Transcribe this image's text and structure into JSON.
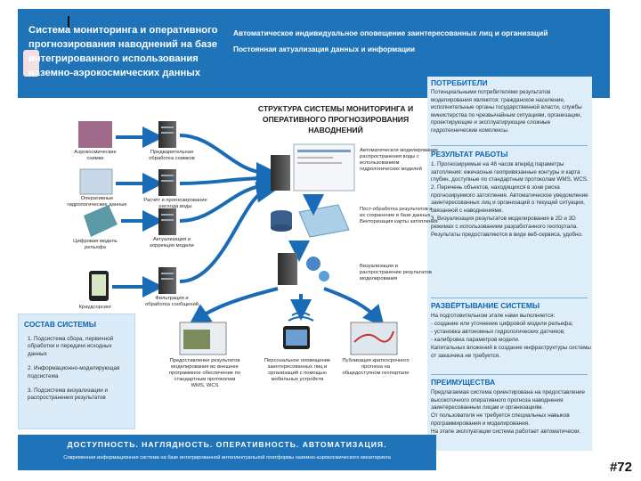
{
  "header": {
    "title": "Система мониторинга и оперативного прогнозирования наводнений на базе интегрированного использования наземно-аэрокосмических данных",
    "line1": "Автоматическое индивидуальное оповещение заинтересованных лиц и организаций",
    "line2": "Постоянная актуализация данных и информации"
  },
  "diagram": {
    "title": "СТРУКТУРА СИСТЕМЫ МОНИТОРИНГА И ОПЕРАТИВНОГО ПРОГНОЗИРОВАНИЯ НАВОДНЕНИЙ",
    "sources": [
      "Аэрокосмические снимки",
      "Оперативные гидрологические данные",
      "Цифровая модель рельефа",
      "Краудсорсинг"
    ],
    "processing": [
      "Предварительная обработка снимков",
      "Расчёт и прогнозирование расхода воды",
      "Актуализация и коррекция модели",
      "Фильтрация и обработка сообщений"
    ],
    "modeling": "Автоматическое моделирование распространения воды с использованием гидрологических моделей",
    "postprocessing": "Пост-обработка результатов и их сохранение в базе данных. Векторизация карты затопления",
    "visualization": "Визуализация и распространение результатов моделирования",
    "outputs": [
      "Предоставление результатов моделирования во внешнее программное обеспечение по стандартным протоколам WMS, WCS",
      "Персональное оповещение заинтересованных лиц и организаций с помощью мобильных устройств",
      "Публикация краткосрочного прогноза на общедоступном геопортале"
    ]
  },
  "composition": {
    "title": "СОСТАВ СИСТЕМЫ",
    "items": [
      "1. Подсистема сбора, первичной обработки и передачи исходных данных",
      "2. Информационно-моделирующая подсистема",
      "3. Подсистема визуализации и распространения результатов"
    ]
  },
  "consumers": {
    "title": "ПОТРЕБИТЕЛИ",
    "text": "Потенциальными потребителями результатов моделирования являются: гражданское население, исполнительные органы государственной власти, службы министерства по чрезвычайным ситуациям, организации, проектирующие и эксплуатирующие сложные гидротехнические комплексы."
  },
  "results": {
    "title": "РЕЗУЛЬТАТ РАБОТЫ",
    "items": [
      "1. Прогнозируемые на 48 часов вперёд параметры затопления: ежечасные геопривязанные контуры и карта глубин, доступные по стандартным протоколам WMS, WCS.",
      "2. Перечень объектов, находящихся в зоне риска прогнозируемого затопления. Автоматическое уведомление заинтересованных лиц и организаций о текущей ситуации, связанной с наводнениями.",
      "3. Визуализация результатов моделирования в 2D и 3D режимах с использованием разработанного геопортала.",
      "Результаты предоставляются в виде веб-сервиса, удобно."
    ]
  },
  "deployment": {
    "title": "РАЗВЁРТЫВАНИЕ СИСТЕМЫ",
    "items": [
      "На подготовительном этапе нами выполняется:",
      "- создание или уточнение цифровой модели рельефа;",
      "- установка автономных гидрологических датчиков;",
      "- калибровка параметров модели.",
      "Капитальных вложений в создание инфраструктуры системы от заказчика не требуется."
    ]
  },
  "advantages": {
    "title": "ПРЕИМУЩЕСТВА",
    "items": [
      "Предлагаемая система ориентирована на предоставление высокоточного оперативного прогноза наводнения заинтересованным лицам и организациям.",
      "От пользователя не требуется специальных навыков программирования и моделирования.",
      "На этапе эксплуатации система работает автоматически."
    ]
  },
  "footer": {
    "tagline": "ДОСТУПНОСТЬ. НАГЛЯДНОСТЬ. ОПЕРАТИВНОСТЬ. АВТОМАТИЗАЦИЯ.",
    "subline": "Современная информационная система на базе интегрированной интеллектуальной платформы наземно-аэрокосмического мониторинга"
  },
  "page_number": "#72",
  "colors": {
    "brand_blue": "#1f74b9",
    "heading_blue": "#0e63ae",
    "panel_blue": "#deeef9",
    "arrow_blue": "#1a6bb5"
  }
}
